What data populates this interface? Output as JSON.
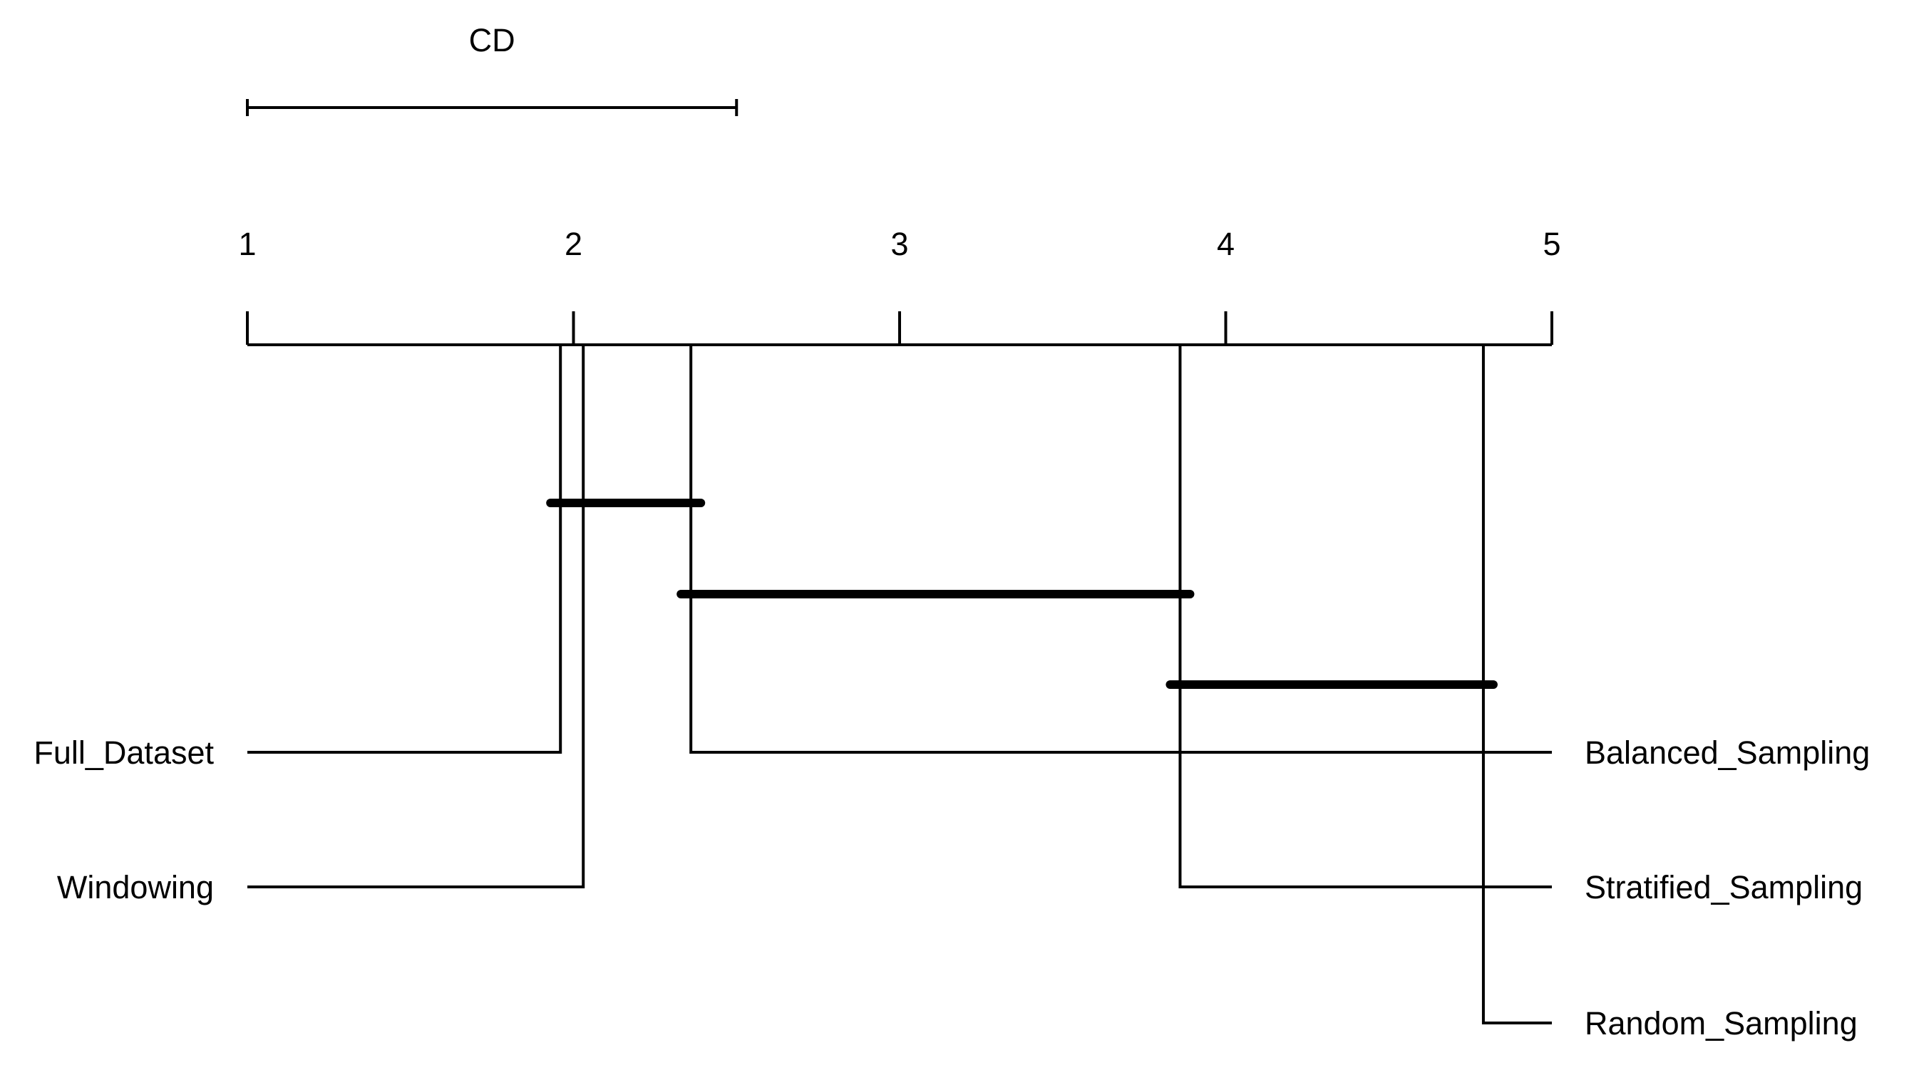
{
  "chart_data": {
    "type": "critical-difference-diagram",
    "title": "",
    "axis": {
      "min": 1,
      "max": 5,
      "ticks": [
        1,
        2,
        3,
        4,
        5
      ]
    },
    "cd": {
      "label": "CD",
      "value": 1.5
    },
    "methods": [
      {
        "name": "Full_Dataset",
        "rank": 1.96,
        "side": "left"
      },
      {
        "name": "Windowing",
        "rank": 2.03,
        "side": "left"
      },
      {
        "name": "Balanced_Sampling",
        "rank": 2.36,
        "side": "right"
      },
      {
        "name": "Stratified_Sampling",
        "rank": 3.86,
        "side": "right"
      },
      {
        "name": "Random_Sampling",
        "rank": 4.79,
        "side": "right"
      }
    ],
    "cliques": [
      {
        "from": 1.96,
        "to": 2.36
      },
      {
        "from": 2.36,
        "to": 3.86
      },
      {
        "from": 3.86,
        "to": 4.79
      }
    ]
  }
}
